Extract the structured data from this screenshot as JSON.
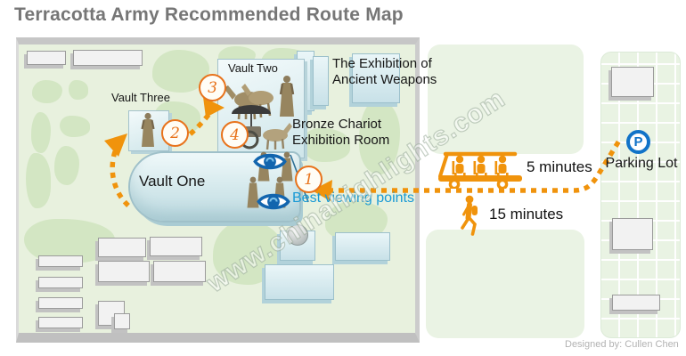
{
  "title": "Terracotta Army Recommended Route Map",
  "map": {
    "labels": {
      "vault_one": "Vault One",
      "vault_two": "Vault Two",
      "vault_three": "Vault Three",
      "exhibition_weapons": [
        "The Exhibition of",
        "Ancient Weapons"
      ],
      "bronze_chariot": [
        "Bronze Chariot",
        "Exhibition Room"
      ],
      "best_viewing_points": "Best viewing points"
    },
    "route_stops": [
      "1",
      "2",
      "3",
      "4"
    ],
    "icons": {
      "viewing_point": "eye-icon",
      "route_arrow": "arrow-icon",
      "statues": [
        "terracotta-warriors-image",
        "terracotta-horses-image",
        "bronze-chariot-image"
      ]
    }
  },
  "transport": {
    "shuttle": {
      "icon": "shuttle-cart-icon",
      "label": "5 minutes"
    },
    "walk": {
      "icon": "walking-person-icon",
      "label": "15 minutes"
    }
  },
  "parking": {
    "symbol": "P",
    "label": "Parking Lot",
    "icon": "parking-p-icon"
  },
  "watermark": "www.chinahighlights.com",
  "credit": "Designed by: Cullen Chen",
  "colors": {
    "route_orange": "#F0930C",
    "stop_circle_orange": "#E8731C",
    "viewing_blue": "#1265AE",
    "best_viewing_text_blue": "#1A9AD5",
    "parking_blue": "#1173C8",
    "map_green": "#E8F1DE",
    "path_green": "#D3E6C3",
    "lawn_green": "#EAF3E4"
  }
}
